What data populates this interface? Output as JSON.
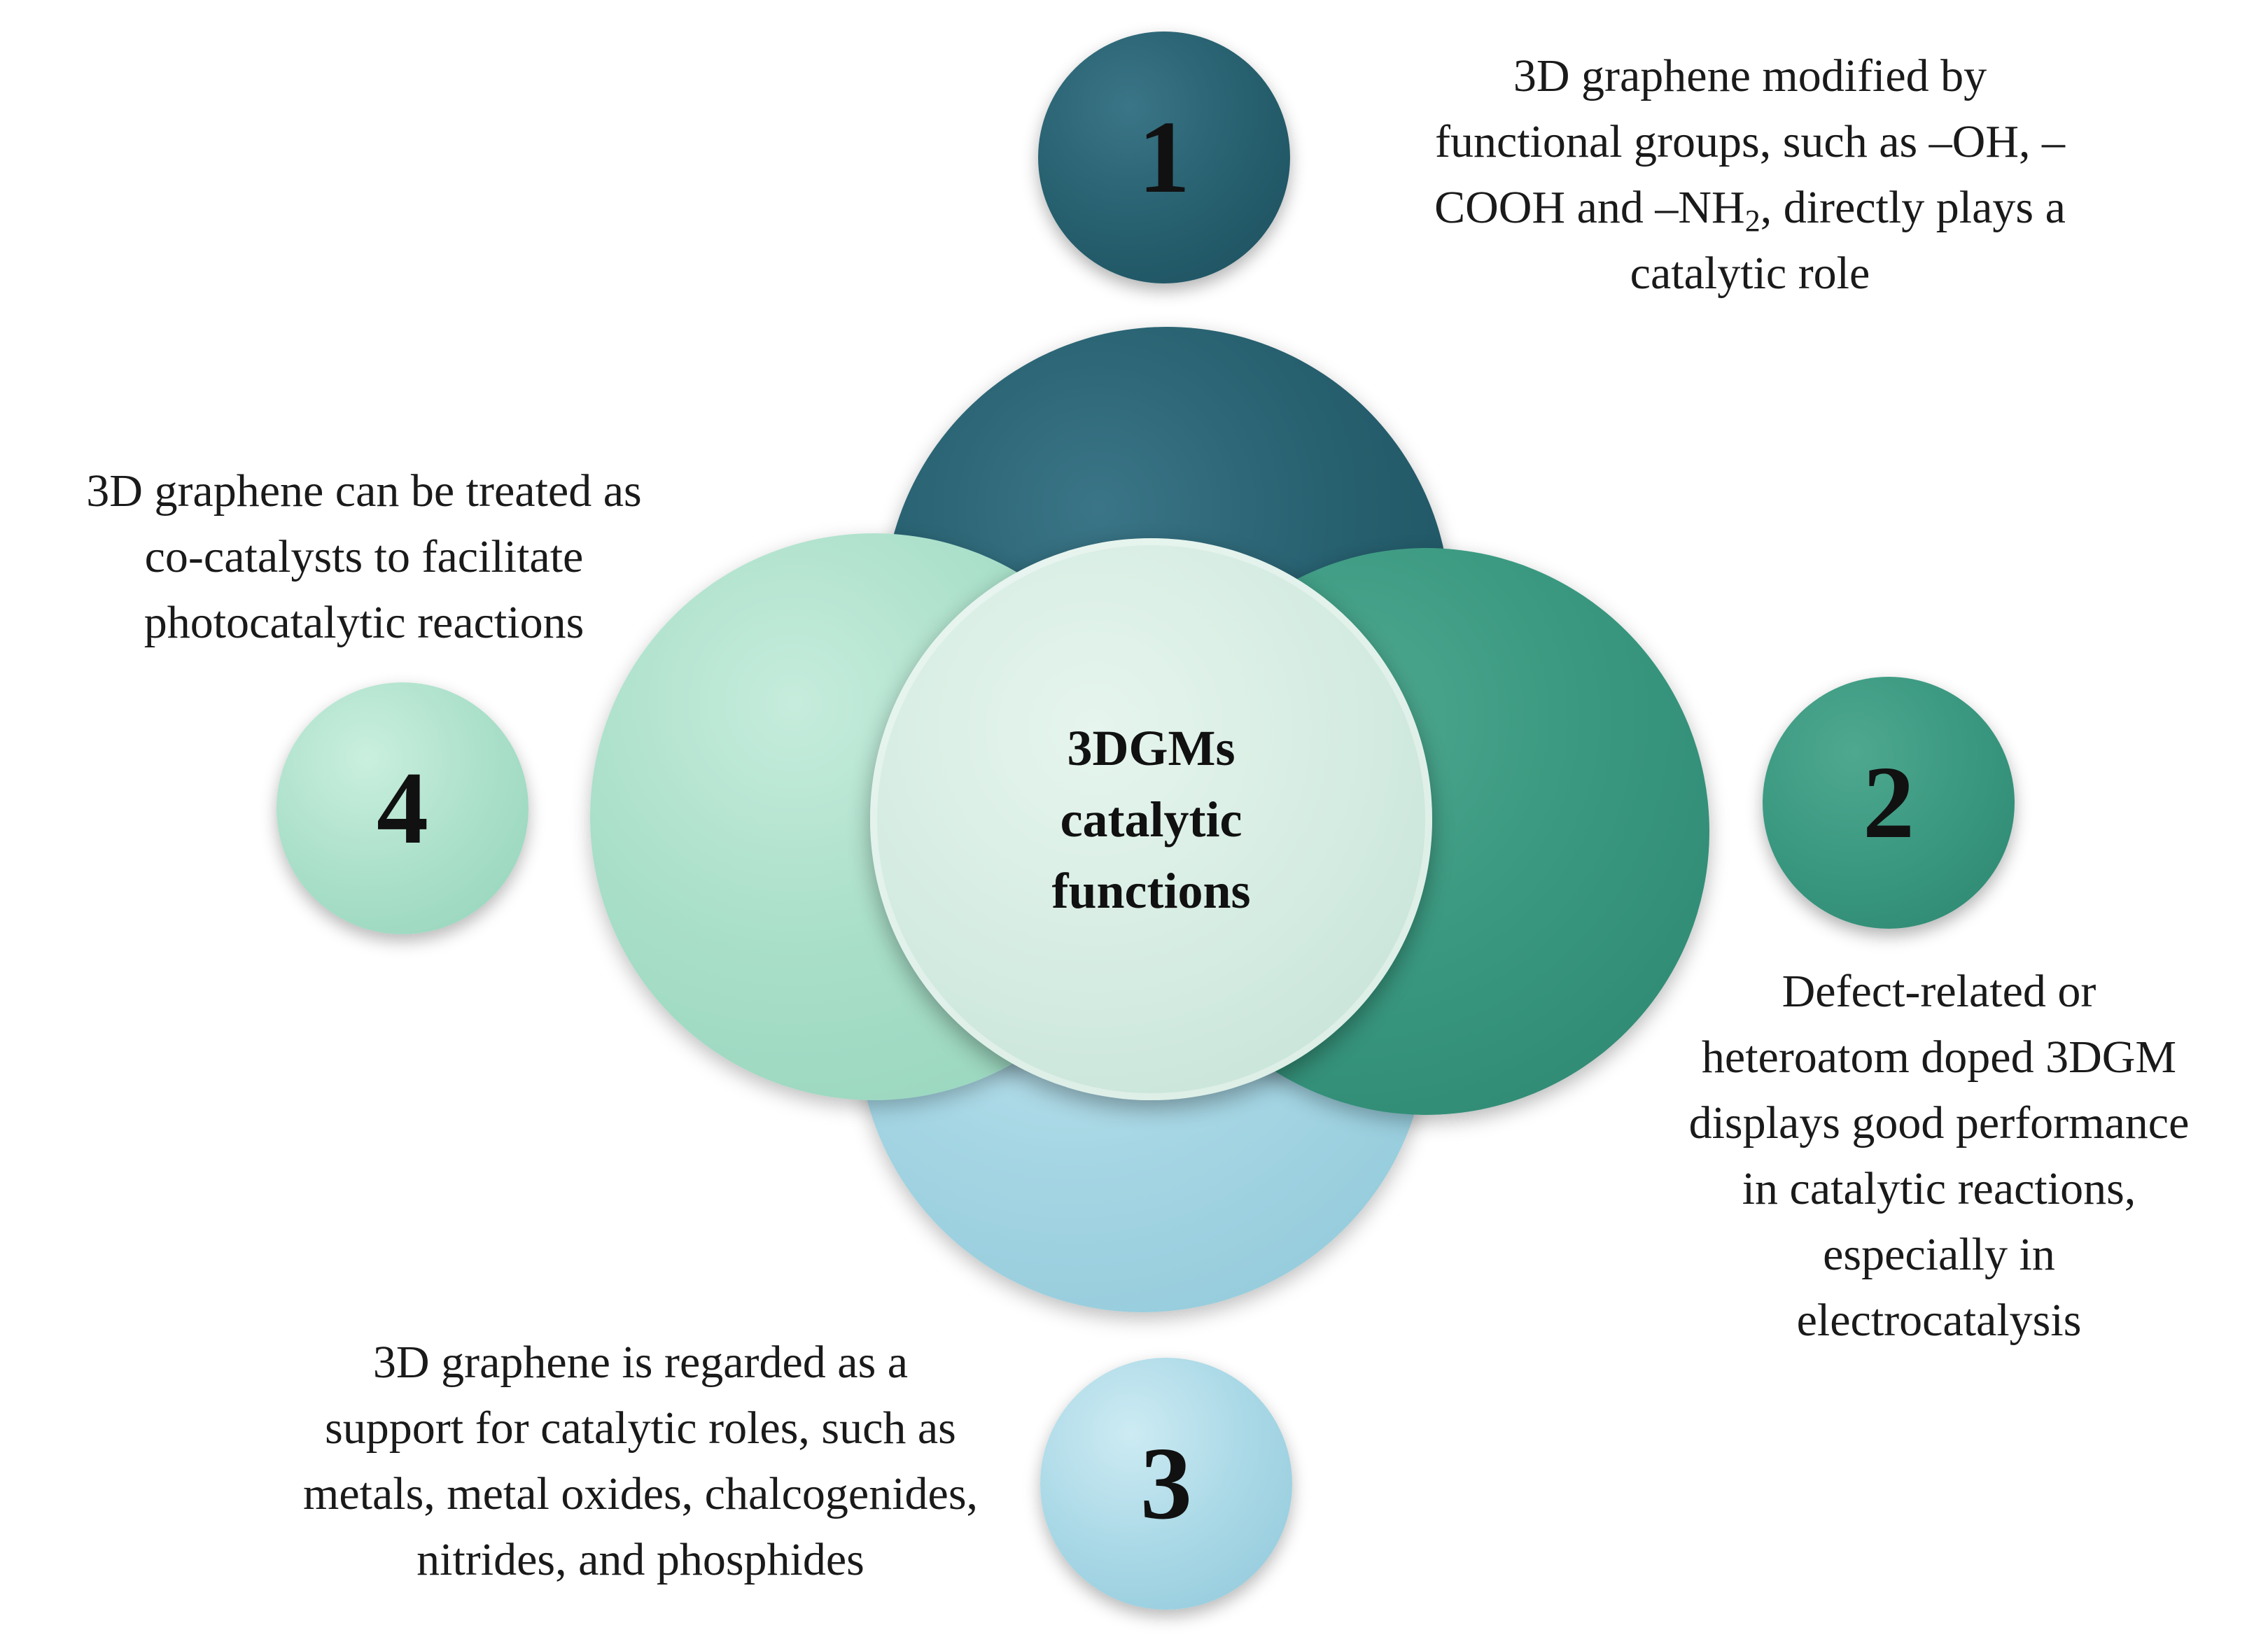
{
  "center": {
    "label": "3DGMs\ncatalytic\nfunctions"
  },
  "items": [
    {
      "number": "1",
      "lines": [
        "3D graphene modified by",
        "functional groups, such as –OH, –"
      ],
      "line3_pre": "COOH and –NH",
      "line3_sub": "2",
      "line3_post": ", directly plays a",
      "line4": "catalytic role"
    },
    {
      "number": "2",
      "lines": [
        "Defect-related or",
        "heteroatom doped 3DGM",
        "displays good performance",
        "in catalytic reactions,",
        "especially in",
        "electrocatalysis"
      ]
    },
    {
      "number": "3",
      "lines": [
        "3D graphene is regarded as a",
        "support for catalytic roles, such as",
        "metals, metal oxides, chalcogenides,",
        "nitrides, and phosphides"
      ]
    },
    {
      "number": "4",
      "lines": [
        "3D graphene can be treated as",
        "co-catalysts to facilitate",
        "photocatalytic reactions"
      ]
    }
  ],
  "colors": {
    "dark_teal": "#27606f",
    "green_teal": "#3a9880",
    "light_blue": "#a6d6e4",
    "mint": "#a9dfc9",
    "center": "#d5ece2"
  }
}
